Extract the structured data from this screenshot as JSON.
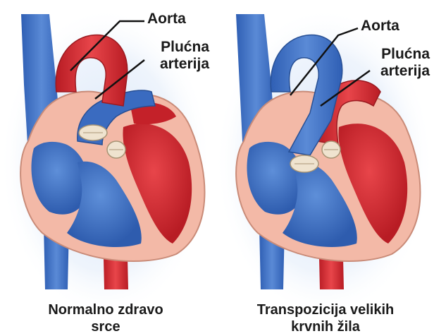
{
  "left_panel": {
    "label_aorta": "Aorta",
    "label_pulmonary_line1": "Plućna",
    "label_pulmonary_line2": "arterija",
    "caption_line1": "Normalno zdravo",
    "caption_line2": "srce"
  },
  "right_panel": {
    "label_aorta": "Aorta",
    "label_pulmonary_line1": "Plućna",
    "label_pulmonary_line2": "arterija",
    "caption_line1": "Transpozicija velikih",
    "caption_line2": "krvnih žila"
  },
  "colors": {
    "oxygenated_blood": "#d8282e",
    "deoxygenated_blood": "#3a6fc4",
    "heart_wall": "#f3b9a7",
    "valve": "#efe3cf",
    "background_glow": "#e4eefa"
  }
}
